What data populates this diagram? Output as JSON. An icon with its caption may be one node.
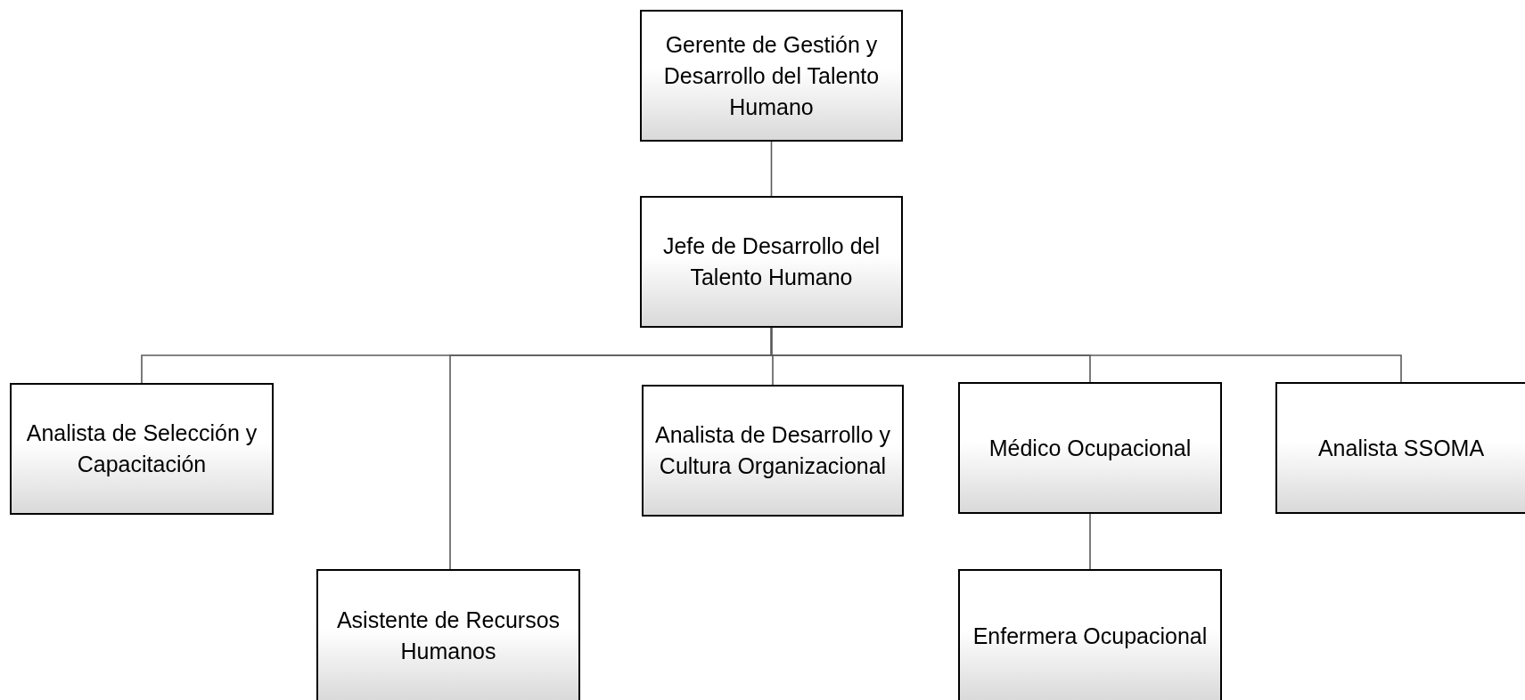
{
  "diagram": {
    "nodes": [
      {
        "text": [
          "Gerente de Gestión y Desarrollo del Talento Humano"
        ]
      },
      {
        "text": [
          "Jefe de Desarrollo del Talento Humano"
        ]
      },
      {
        "text": [
          "Analista de Selección y Capacitación"
        ]
      },
      {
        "text": [
          "Asistente de Recursos Humanos"
        ]
      },
      {
        "text": [
          "Analista de Desarrollo y Cultura Organizacional"
        ]
      },
      {
        "text": [
          "Médico Ocupacional"
        ]
      },
      {
        "text": [
          "Analista SSOMA"
        ]
      },
      {
        "text": [
          "Enfermera Ocupacional"
        ]
      }
    ],
    "edges": [
      {
        "from": 0,
        "to": 1,
        "arrow": "none"
      },
      {
        "from": 1,
        "to": 2,
        "arrow": "none"
      },
      {
        "from": 1,
        "to": 3,
        "arrow": "none"
      },
      {
        "from": 1,
        "to": 4,
        "arrow": "none"
      },
      {
        "from": 1,
        "to": 5,
        "arrow": "none"
      },
      {
        "from": 1,
        "to": 6,
        "arrow": "none"
      },
      {
        "from": 5,
        "to": 7,
        "arrow": "none"
      }
    ]
  }
}
